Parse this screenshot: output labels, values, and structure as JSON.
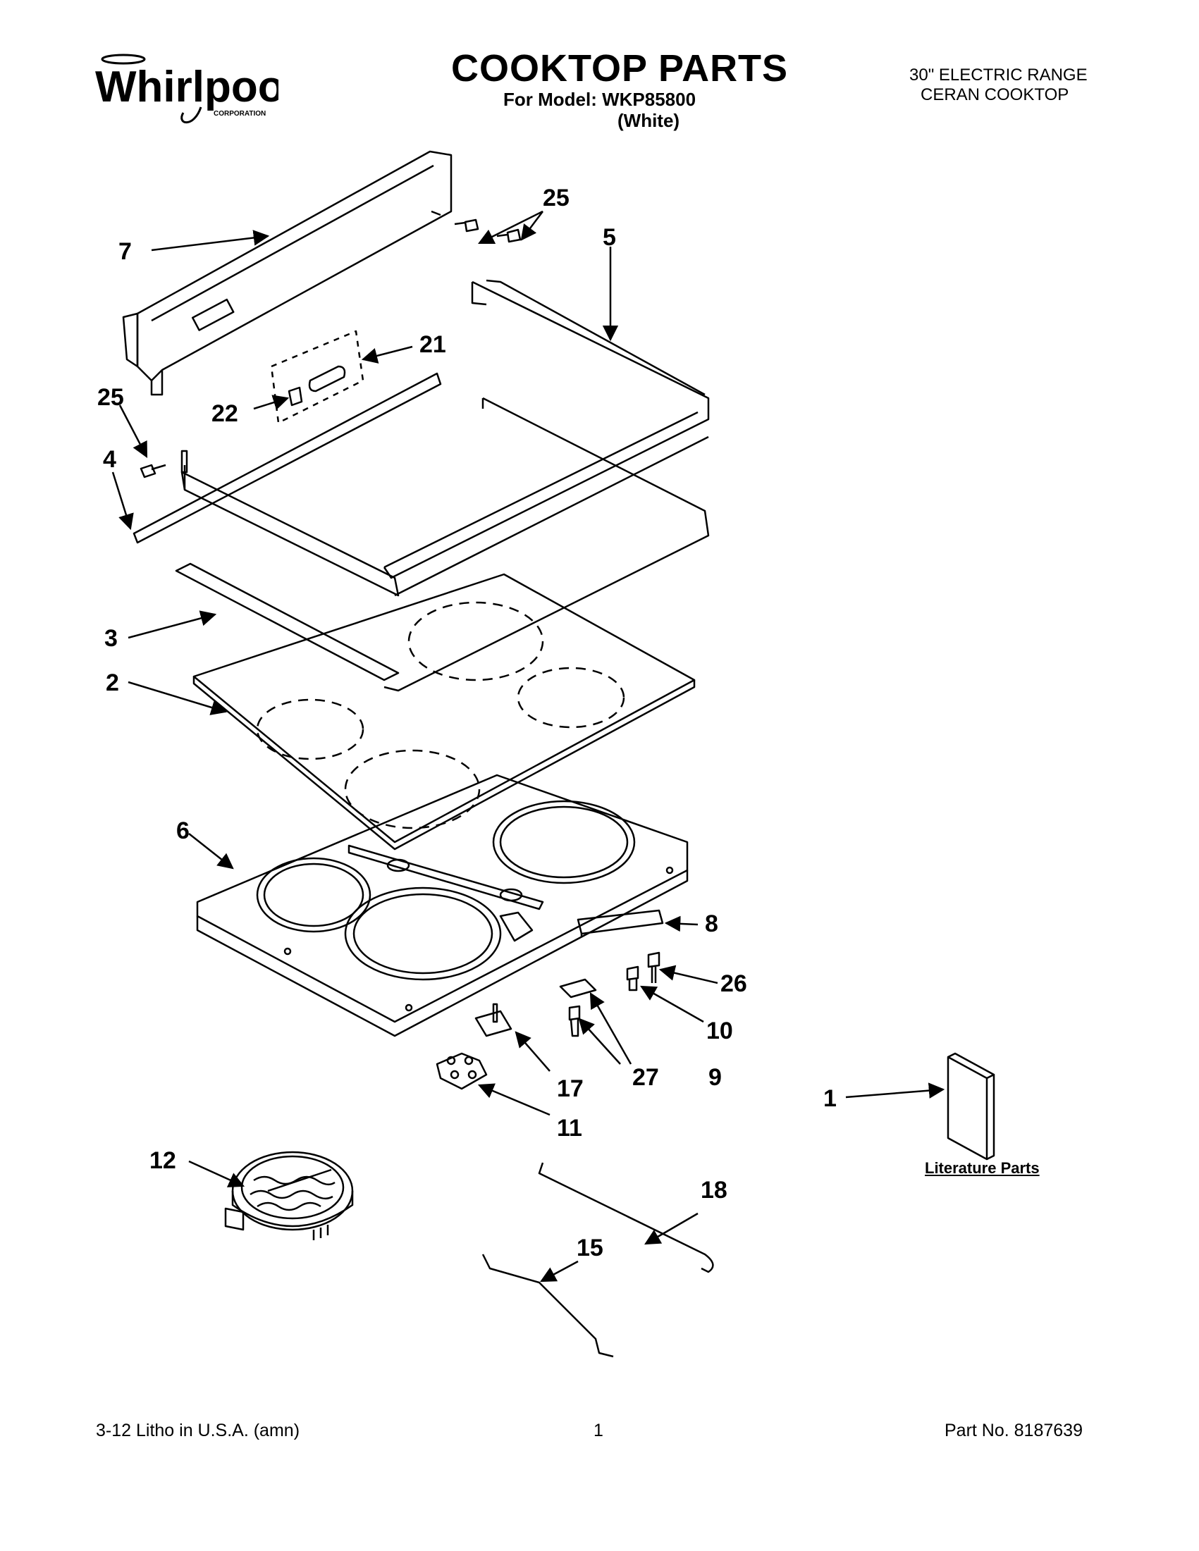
{
  "header": {
    "brand": "Whirlpool",
    "brand_sub": "CORPORATION",
    "title": "COOKTOP PARTS",
    "model_line": "For Model: WKP85800",
    "color": "(White)",
    "product_line1": "30\" ELECTRIC RANGE",
    "product_line2": "CERAN COOKTOP"
  },
  "callouts": {
    "c7": "7",
    "c25a": "25",
    "c5": "5",
    "c21": "21",
    "c22": "22",
    "c25b": "25",
    "c4": "4",
    "c3": "3",
    "c2": "2",
    "c6": "6",
    "c8": "8",
    "c26": "26",
    "c10": "10",
    "c27": "27",
    "c9": "9",
    "c17": "17",
    "c11": "11",
    "c12": "12",
    "c18": "18",
    "c15": "15",
    "c1": "1"
  },
  "literature_label": "Literature Parts",
  "footer": {
    "left": "3-12 Litho in U.S.A. (amn)",
    "center": "1",
    "right": "Part No. 8187639"
  }
}
